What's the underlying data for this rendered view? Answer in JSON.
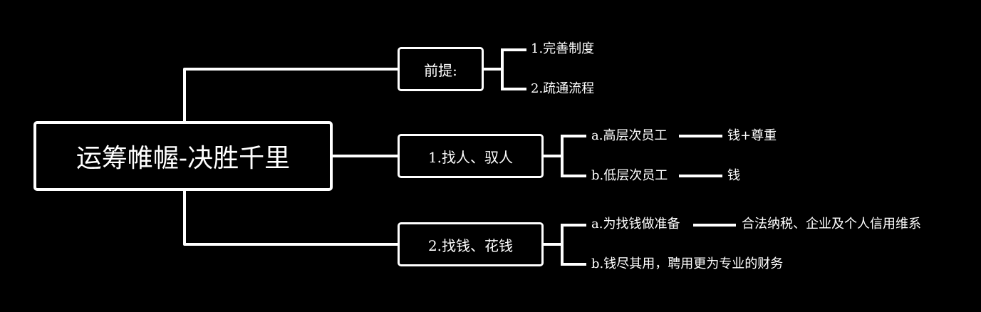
{
  "root": {
    "title": "运筹帷幄-决胜千里"
  },
  "branches": [
    {
      "label": "前提:",
      "children": [
        {
          "label": "1.完善制度"
        },
        {
          "label": "2.疏通流程"
        }
      ]
    },
    {
      "label": "1.找人、驭人",
      "children": [
        {
          "label": "a.高层次员工",
          "detail": "钱+尊重"
        },
        {
          "label": "b.低层次员工",
          "detail": "钱"
        }
      ]
    },
    {
      "label": "2.找钱、花钱",
      "children": [
        {
          "label": "a.为找钱做准备",
          "detail": "合法纳税、企业及个人信用维系"
        },
        {
          "label": "b.钱尽其用，聘用更为专业的财务"
        }
      ]
    }
  ],
  "colors": {
    "background": "#000000",
    "line": "#ffffff",
    "text": "#ffffff"
  }
}
